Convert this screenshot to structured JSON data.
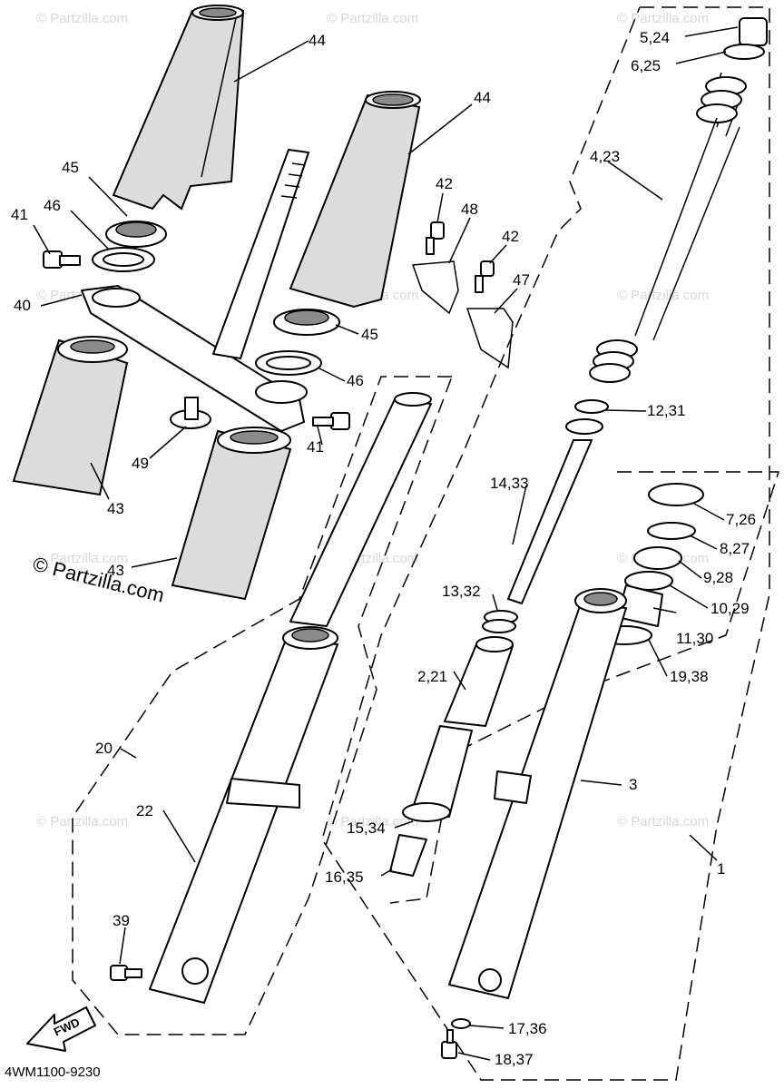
{
  "watermark": "© Partzilla.com",
  "copyright": "© Partzilla.com",
  "diagram_code": "4WM1100-9230",
  "fwd_label": "FWD",
  "callouts": {
    "c44a": "44",
    "c44b": "44",
    "c45a": "45",
    "c46a": "46",
    "c41a": "41",
    "c40": "40",
    "c42a": "42",
    "c48": "48",
    "c42b": "42",
    "c47": "47",
    "c45b": "45",
    "c46b": "46",
    "c41b": "41",
    "c49": "49",
    "c43a": "43",
    "c43b": "43",
    "c5_24": "5,24",
    "c6_25": "6,25",
    "c4_23": "4,23",
    "c12_31": "12,31",
    "c14_33": "14,33",
    "c7_26": "7,26",
    "c8_27": "8,27",
    "c9_28": "9,28",
    "c10_29": "10,29",
    "c13_32": "13,32",
    "c11_30": "11,30",
    "c2_21": "2,21",
    "c19_38": "19,38",
    "c20": "20",
    "c3": "3",
    "c22": "22",
    "c15_34": "15,34",
    "c1": "1",
    "c16_35": "16,35",
    "c39": "39",
    "c17_36": "17,36",
    "c18_37": "18,37"
  }
}
